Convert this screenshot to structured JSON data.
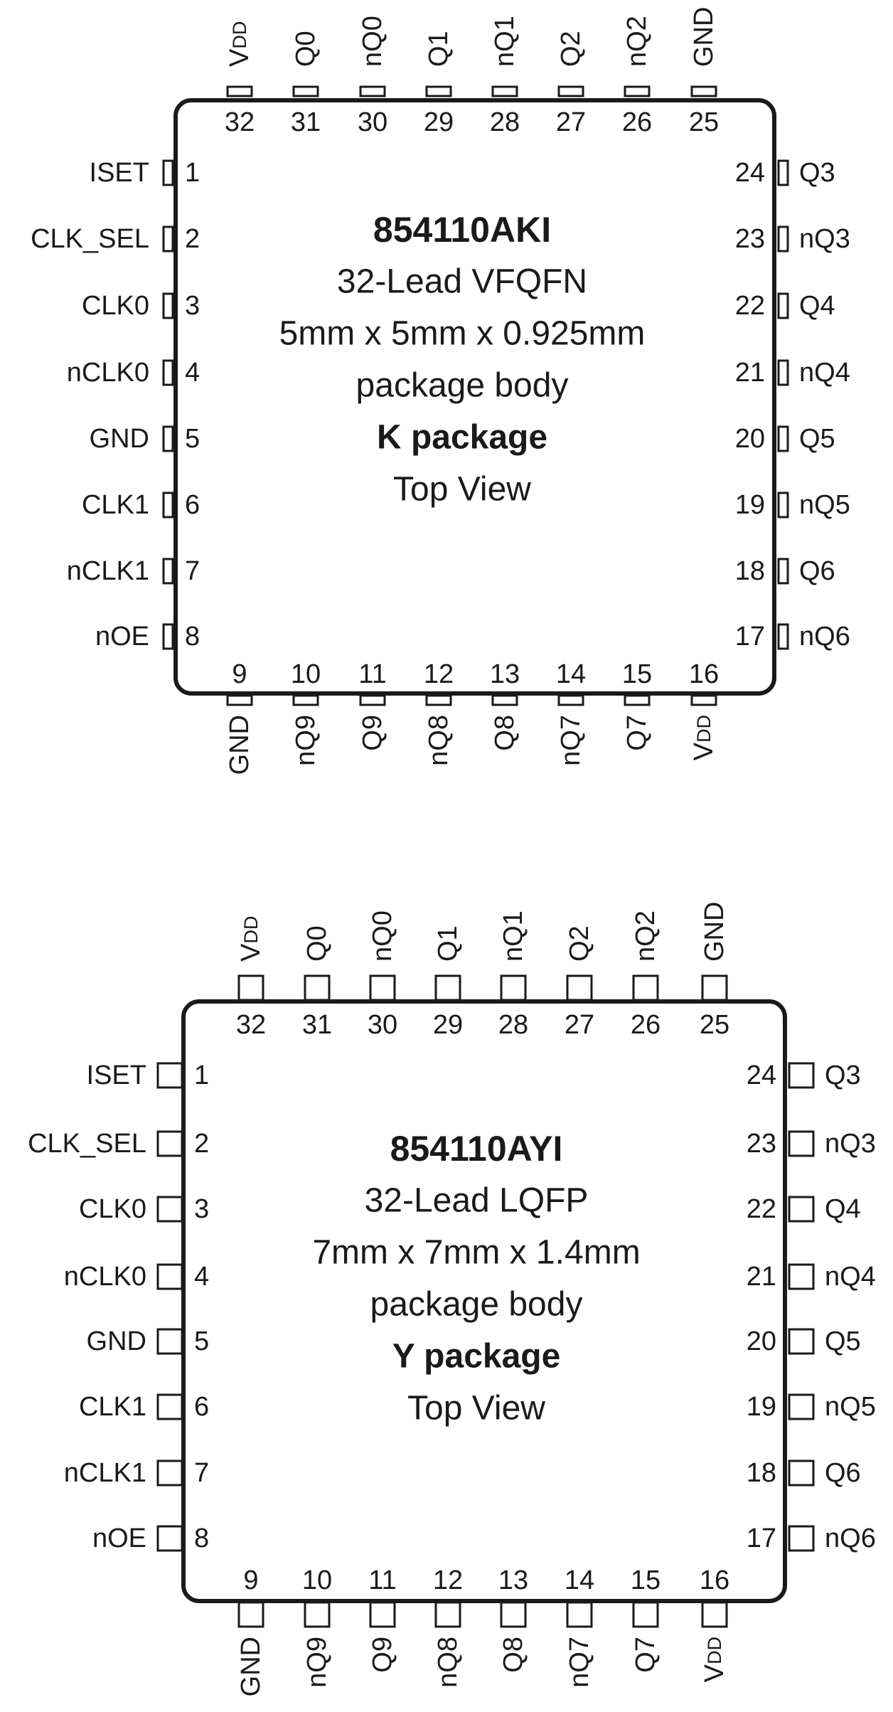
{
  "packages": [
    {
      "id": "k",
      "part_number": "854110AKI",
      "lead_desc": "32-Lead VFQFN",
      "dims": "5mm x 5mm x 0.925mm",
      "body": "package body",
      "package_name": "K package",
      "view": "Top View",
      "pins_left": [
        {
          "num": "1",
          "name": "ISET"
        },
        {
          "num": "2",
          "name": "CLK_SEL"
        },
        {
          "num": "3",
          "name": "CLK0"
        },
        {
          "num": "4",
          "name": "nCLK0"
        },
        {
          "num": "5",
          "name": "GND"
        },
        {
          "num": "6",
          "name": "CLK1"
        },
        {
          "num": "7",
          "name": "nCLK1"
        },
        {
          "num": "8",
          "name": "nOE"
        }
      ],
      "pins_right": [
        {
          "num": "24",
          "name": "Q3"
        },
        {
          "num": "23",
          "name": "nQ3"
        },
        {
          "num": "22",
          "name": "Q4"
        },
        {
          "num": "21",
          "name": "nQ4"
        },
        {
          "num": "20",
          "name": "Q5"
        },
        {
          "num": "19",
          "name": "nQ5"
        },
        {
          "num": "18",
          "name": "Q6"
        },
        {
          "num": "17",
          "name": "nQ6"
        }
      ],
      "pins_top": [
        {
          "num": "32",
          "name": "VDD"
        },
        {
          "num": "31",
          "name": "Q0"
        },
        {
          "num": "30",
          "name": "nQ0"
        },
        {
          "num": "29",
          "name": "Q1"
        },
        {
          "num": "28",
          "name": "nQ1"
        },
        {
          "num": "27",
          "name": "Q2"
        },
        {
          "num": "26",
          "name": "nQ2"
        },
        {
          "num": "25",
          "name": "GND"
        }
      ],
      "pins_bottom": [
        {
          "num": "9",
          "name": "GND"
        },
        {
          "num": "10",
          "name": "nQ9"
        },
        {
          "num": "11",
          "name": "Q9"
        },
        {
          "num": "12",
          "name": "nQ8"
        },
        {
          "num": "13",
          "name": "Q8"
        },
        {
          "num": "14",
          "name": "nQ7"
        },
        {
          "num": "15",
          "name": "Q7"
        },
        {
          "num": "16",
          "name": "VDD"
        }
      ]
    },
    {
      "id": "y",
      "part_number": "854110AYI",
      "lead_desc": "32-Lead LQFP",
      "dims": "7mm x 7mm x 1.4mm",
      "body": "package body",
      "package_name": "Y package",
      "view": "Top View",
      "pins_left": [
        {
          "num": "1",
          "name": "ISET"
        },
        {
          "num": "2",
          "name": "CLK_SEL"
        },
        {
          "num": "3",
          "name": "CLK0"
        },
        {
          "num": "4",
          "name": "nCLK0"
        },
        {
          "num": "5",
          "name": "GND"
        },
        {
          "num": "6",
          "name": "CLK1"
        },
        {
          "num": "7",
          "name": "nCLK1"
        },
        {
          "num": "8",
          "name": "nOE"
        }
      ],
      "pins_right": [
        {
          "num": "24",
          "name": "Q3"
        },
        {
          "num": "23",
          "name": "nQ3"
        },
        {
          "num": "22",
          "name": "Q4"
        },
        {
          "num": "21",
          "name": "nQ4"
        },
        {
          "num": "20",
          "name": "Q5"
        },
        {
          "num": "19",
          "name": "nQ5"
        },
        {
          "num": "18",
          "name": "Q6"
        },
        {
          "num": "17",
          "name": "nQ6"
        }
      ],
      "pins_top": [
        {
          "num": "32",
          "name": "VDD"
        },
        {
          "num": "31",
          "name": "Q0"
        },
        {
          "num": "30",
          "name": "nQ0"
        },
        {
          "num": "29",
          "name": "Q1"
        },
        {
          "num": "28",
          "name": "nQ1"
        },
        {
          "num": "27",
          "name": "Q2"
        },
        {
          "num": "26",
          "name": "nQ2"
        },
        {
          "num": "25",
          "name": "GND"
        }
      ],
      "pins_bottom": [
        {
          "num": "9",
          "name": "GND"
        },
        {
          "num": "10",
          "name": "nQ9"
        },
        {
          "num": "11",
          "name": "Q9"
        },
        {
          "num": "12",
          "name": "nQ8"
        },
        {
          "num": "13",
          "name": "Q8"
        },
        {
          "num": "14",
          "name": "nQ7"
        },
        {
          "num": "15",
          "name": "Q7"
        },
        {
          "num": "16",
          "name": "VDD"
        }
      ]
    }
  ]
}
